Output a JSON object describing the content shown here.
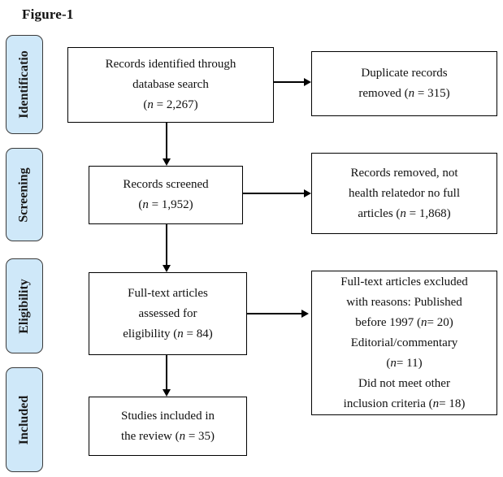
{
  "title": "Figure-1",
  "sidebar": {
    "fill_color": "#cfe8f9",
    "border_color": "#3a3a3a",
    "stages": [
      {
        "label": "Identificatio"
      },
      {
        "label": "Screening"
      },
      {
        "label": "Eligibility"
      },
      {
        "label": "Included"
      }
    ]
  },
  "flow": {
    "identified": {
      "lines": [
        "Records identified through",
        "database search",
        "(n = 2,267)"
      ]
    },
    "screened": {
      "lines": [
        "Records screened",
        "(n = 1,952)"
      ]
    },
    "fulltext": {
      "lines": [
        "Full-text articles",
        "assessed for",
        "eligibility (n = 84)"
      ]
    },
    "included": {
      "lines": [
        "Studies included in",
        "the review (n = 35)"
      ]
    },
    "duplicates": {
      "lines": [
        "Duplicate records",
        "removed (n = 315)"
      ]
    },
    "removed": {
      "lines": [
        "Records removed, not",
        "health relatedor no full",
        "articles (n = 1,868)"
      ]
    },
    "excluded": {
      "lines": [
        "Full-text articles excluded",
        "with reasons: Published",
        "before 1997 (n= 20)",
        "Editorial/commentary",
        "(n= 11)",
        "Did not meet other",
        "inclusion criteria (n= 18)"
      ]
    }
  }
}
